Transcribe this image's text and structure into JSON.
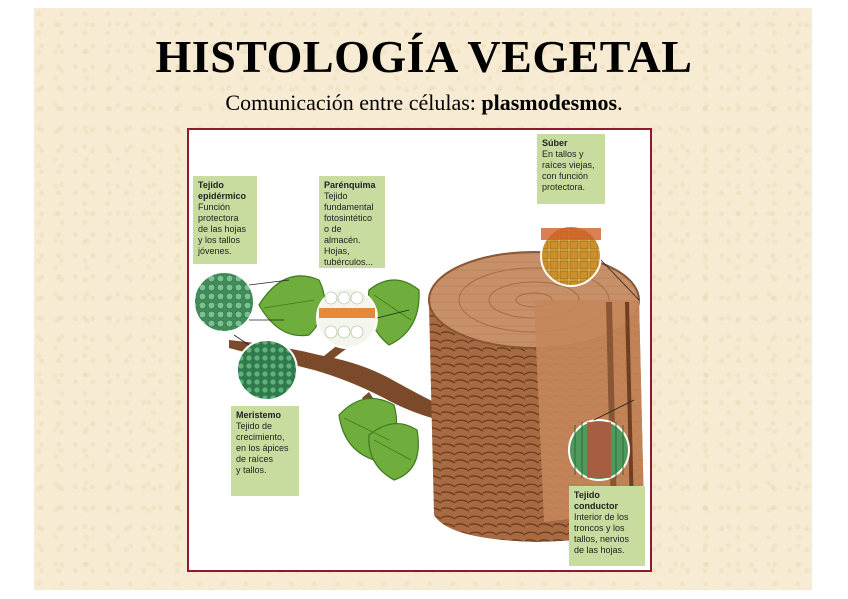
{
  "slide": {
    "title": "HISTOLOGÍA VEGETAL",
    "subtitle_prefix": "Comunicación entre células: ",
    "subtitle_bold": "plasmodesmos",
    "subtitle_suffix": "."
  },
  "labels": {
    "epidermico": {
      "heading": "Tejido\nepidérmico",
      "text": "Función\nprotectora\nde las hojas\ny los tallos\njóvenes."
    },
    "parenquima": {
      "heading": "Parénquima",
      "text": "Tejido\nfundamental\nfotosintético\no de almacén.\nHojas,\ntubérculos..."
    },
    "suber": {
      "heading": "Súber",
      "text": "En tallos y\nraíces viejas,\ncon función\nprotectora."
    },
    "meristemo": {
      "heading": "Meristemo",
      "text": "Tejido de\ncrecimiento,\nen los ápices\nde raíces\ny tallos."
    },
    "conductor": {
      "heading": "Tejido\nconductor",
      "text": "Interior de los\ntroncos y los\ntallos, nervios\nde las hojas."
    }
  },
  "colors": {
    "background": "#f7ecd3",
    "frame": "#8c1c2c",
    "label_bg": "#c8dca0",
    "bark": "#a0623c",
    "leaf": "#6fae3c"
  }
}
